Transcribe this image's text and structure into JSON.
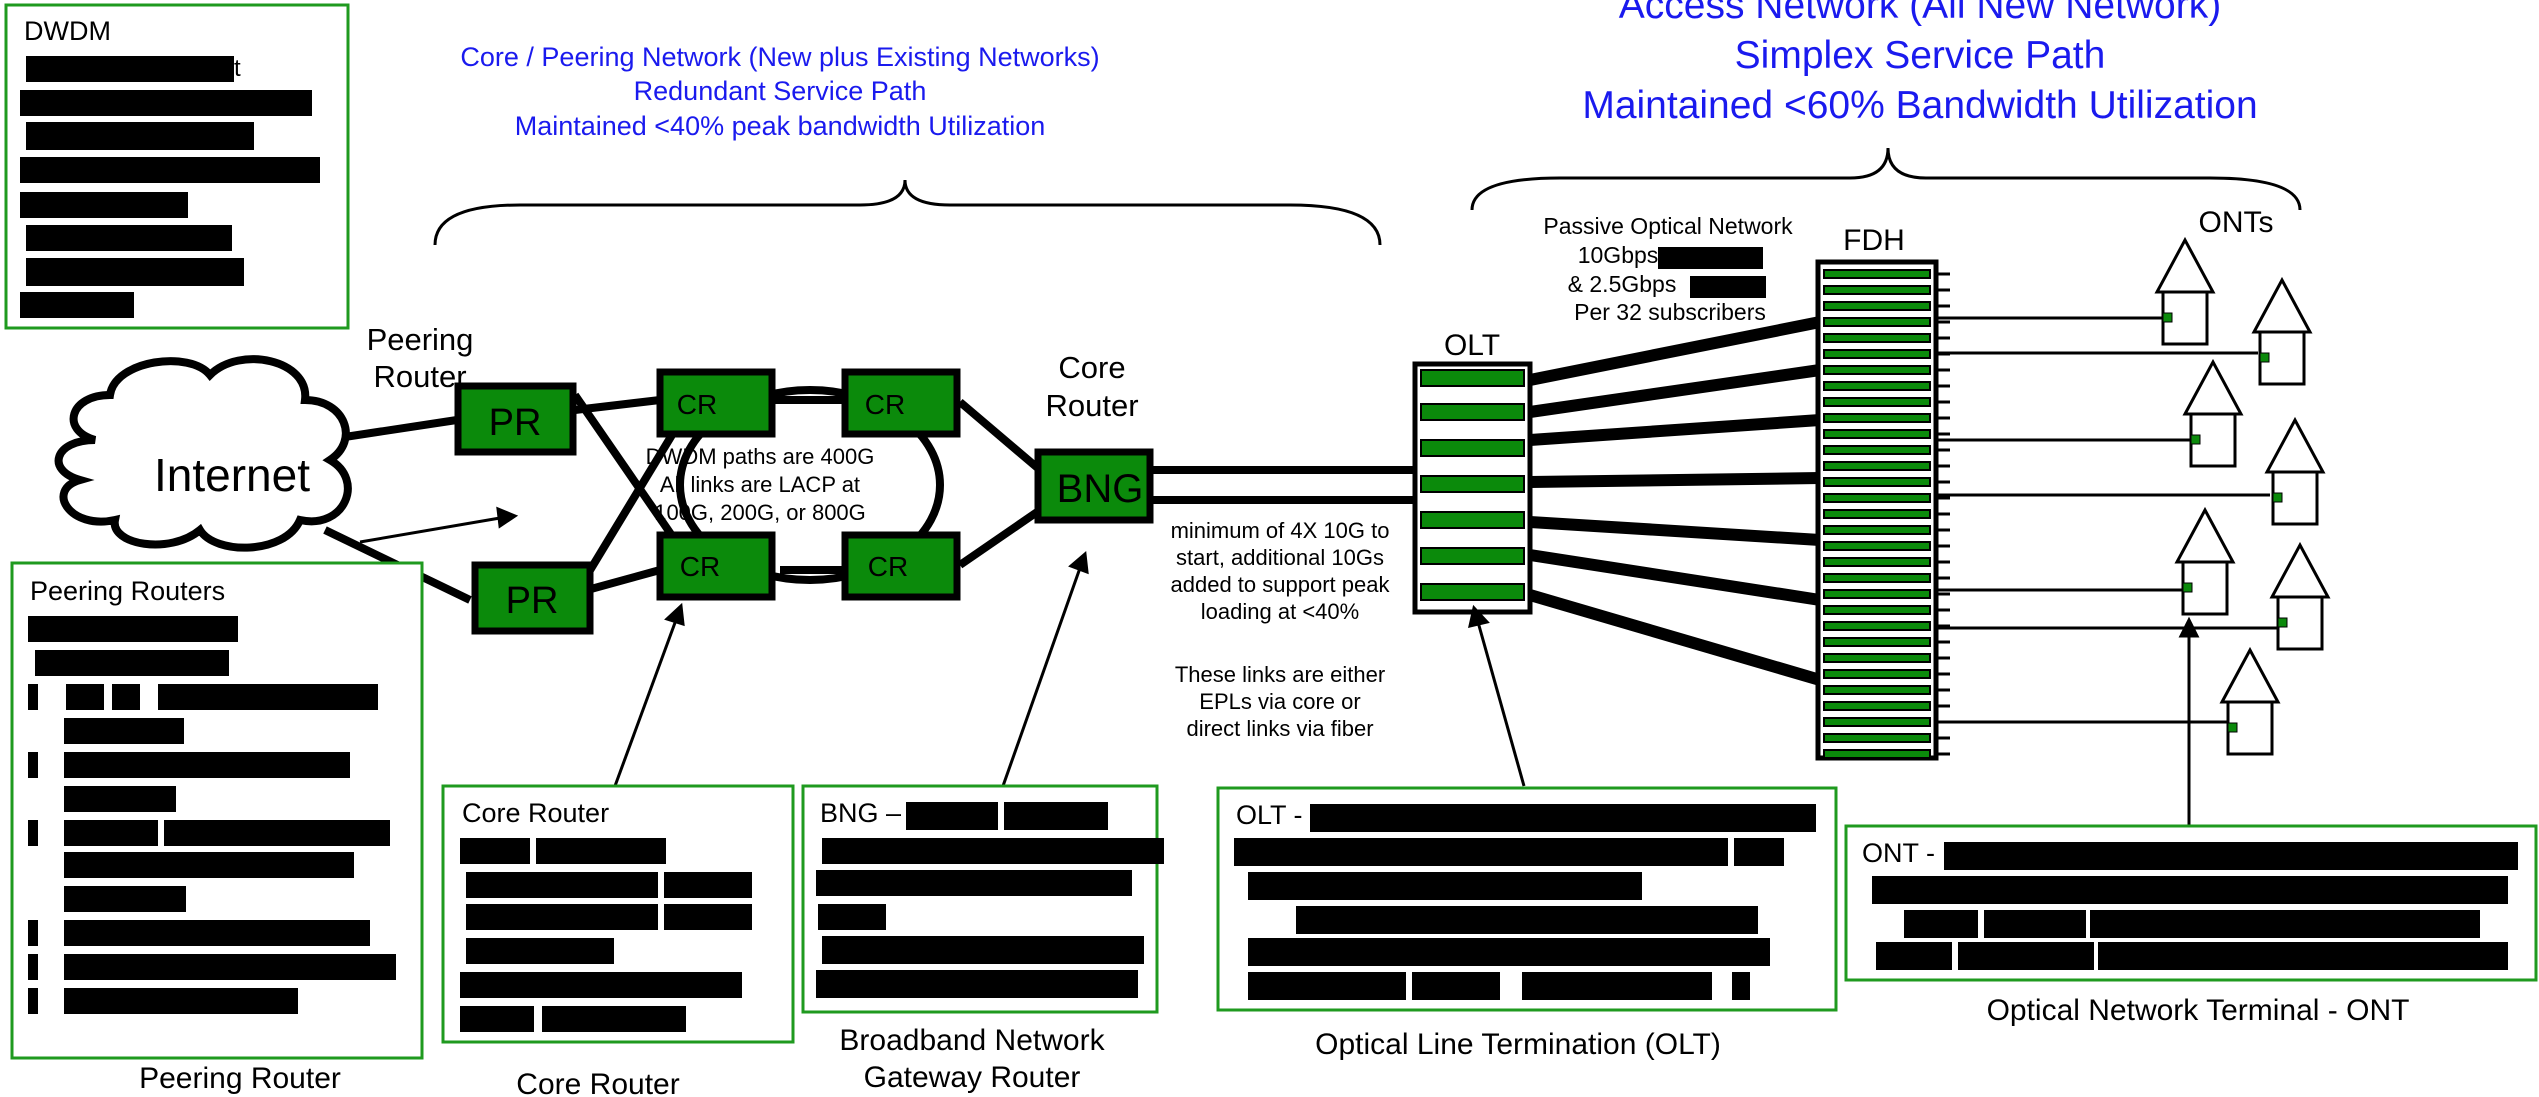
{
  "titles": {
    "core_line1": "Core / Peering Network (New plus Existing Networks)",
    "core_line2": "Redundant Service Path",
    "core_line3": "Maintained <40% peak bandwidth Utilization",
    "access_line1": "Access Network (All New Network)",
    "access_line2": "Simplex Service Path",
    "access_line3": "Maintained <60% Bandwidth Utilization"
  },
  "nodes": {
    "internet": "Internet",
    "pr": "PR",
    "cr": "CR",
    "bng": "BNG",
    "olt": "OLT",
    "fdh": "FDH",
    "onts": "ONTs"
  },
  "labels": {
    "peering_router_line1": "Peering",
    "peering_router_line2": "Router",
    "core_router_line1": "Core",
    "core_router_line2": "Router",
    "dwdm_line1": "DWDM paths are 400G",
    "dwdm_line2": "All links are LACP at",
    "dwdm_line3": "100G, 200G, or 800G",
    "links_line1": "minimum of 4X 10G to",
    "links_line2": "start, additional 10Gs",
    "links_line3": "added to support peak",
    "links_line4": "loading at <40%",
    "epl_line1": "These links are either",
    "epl_line2": "EPLs via core or",
    "epl_line3": "direct links via fiber",
    "pon_line1": "Passive Optical Network",
    "pon_line2": "10Gbps",
    "pon_line3": "& 2.5Gbps",
    "pon_line4": "Per 32 subscribers"
  },
  "boxes": {
    "dwdm_title": "DWDM",
    "dwdm_tail": "t",
    "peering_title": "Peering Routers",
    "core_title": "Core Router",
    "bng_title": "BNG –",
    "olt_title": "OLT -",
    "ont_title": "ONT -"
  },
  "captions": {
    "peering": "Peering Router",
    "core": "Core Router",
    "bng_line1": "Broadband Network",
    "bng_line2": "Gateway Router",
    "olt": "Optical Line Termination (OLT)",
    "ont": "Optical Network Terminal - ONT"
  },
  "colors": {
    "accent_green": "#0b8a0b",
    "box_border_green": "#1f9a1f",
    "title_blue": "#1a1aee"
  }
}
